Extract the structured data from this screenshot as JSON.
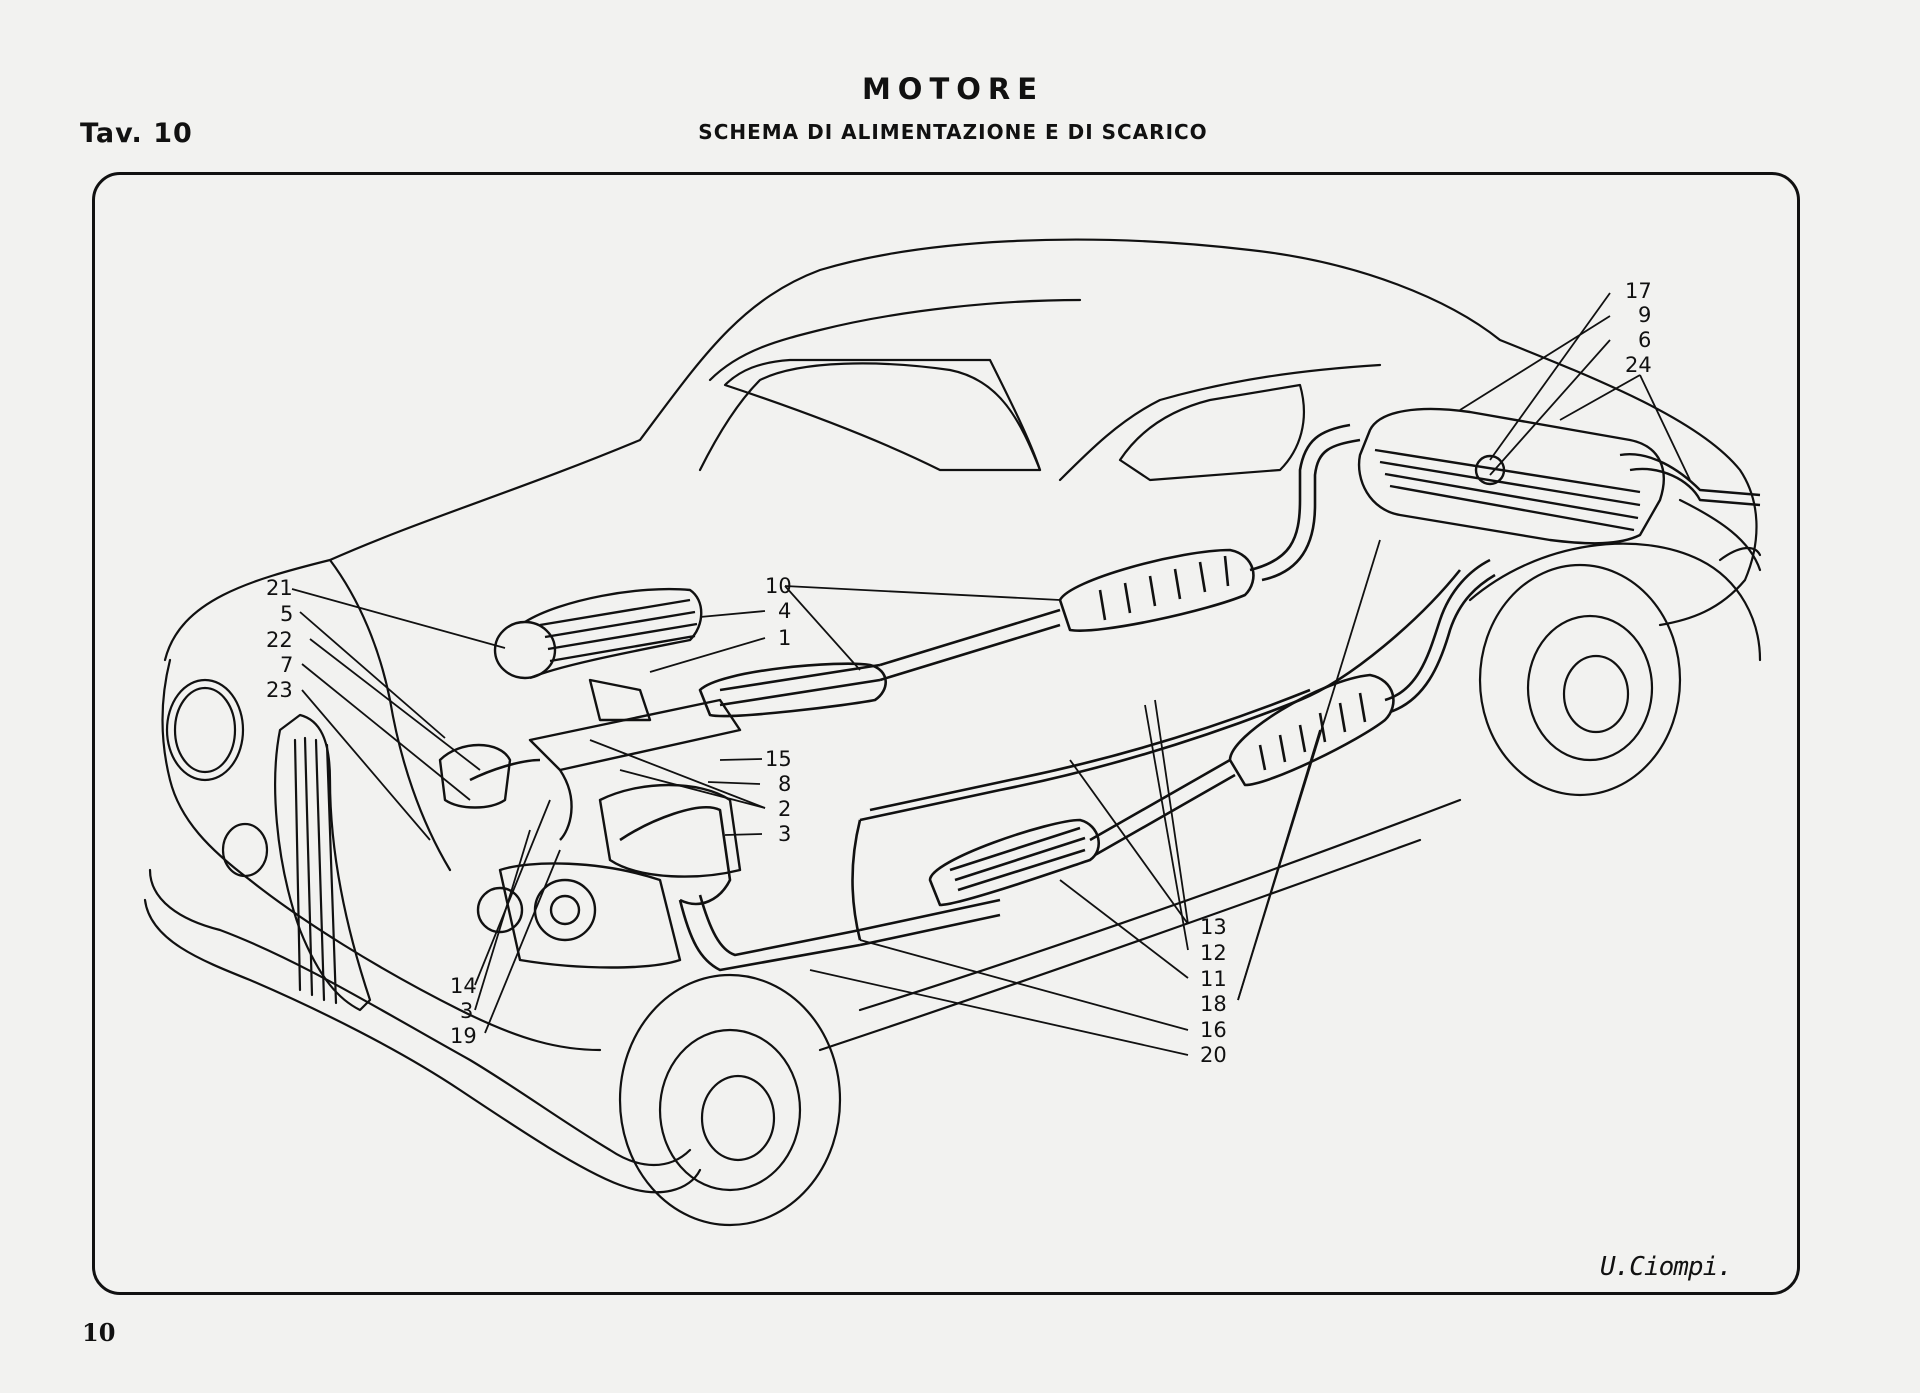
{
  "header": {
    "plate": "Tav. 10",
    "title": "MOTORE",
    "subtitle": "SCHEMA DI ALIMENTAZIONE E DI SCARICO"
  },
  "footer": {
    "page_number": "10",
    "signature": "U.Ciompi."
  },
  "callouts": {
    "n21": "21",
    "n5": "5",
    "n22": "22",
    "n7": "7",
    "n23": "23",
    "n10": "10",
    "n4": "4",
    "n1": "1",
    "n15": "15",
    "n8": "8",
    "n2": "2",
    "n3": "3",
    "n14": "14",
    "n3b": "3",
    "n19": "19",
    "n17": "17",
    "n9": "9",
    "n6": "6",
    "n24": "24",
    "n13": "13",
    "n12": "12",
    "n11": "11",
    "n18": "18",
    "n16": "16",
    "n20": "20"
  }
}
